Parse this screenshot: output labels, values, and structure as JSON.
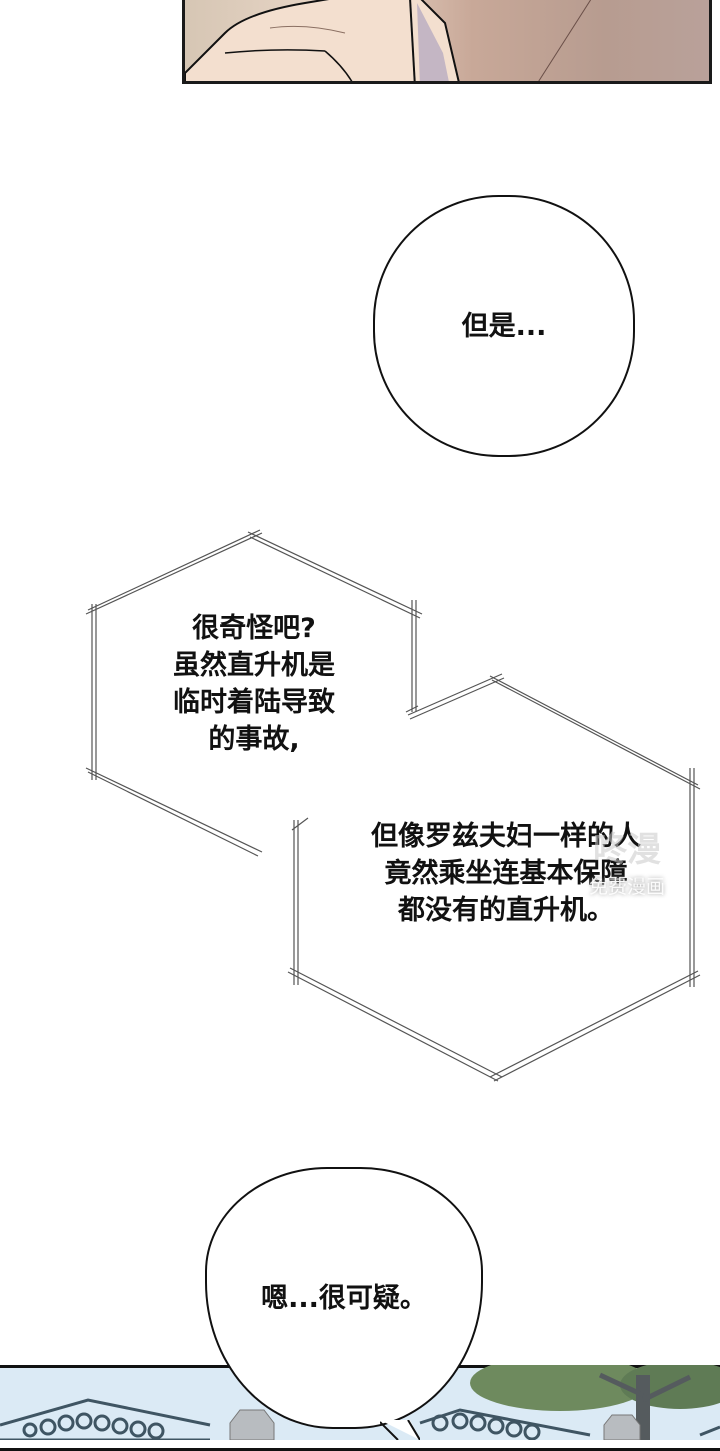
{
  "comic": {
    "top_panel": {
      "description": "close-up of a hand/fist in skin tones against a mauve background"
    },
    "bubble_1": {
      "text": "但是..."
    },
    "box_1": {
      "text": "很奇怪吧?\n虽然直升机是\n临时着陆导致\n的事故,"
    },
    "box_2": {
      "text": "但像罗兹夫妇一样的人\n竟然乘坐连基本保障\n都没有的直升机。"
    },
    "bubble_2": {
      "text": "嗯...很可疑。"
    },
    "bottom_panel": {
      "description": "blue sky, ornate iron fence with circle pattern, stone pillars and a leafy tree"
    },
    "watermark": {
      "line1": "咚漫",
      "line2": "免费漫画"
    }
  },
  "colors": {
    "ink": "#111111",
    "sky": "#dbeaf5",
    "fence": "#3f5563",
    "leaves": "#6e8a5e"
  }
}
